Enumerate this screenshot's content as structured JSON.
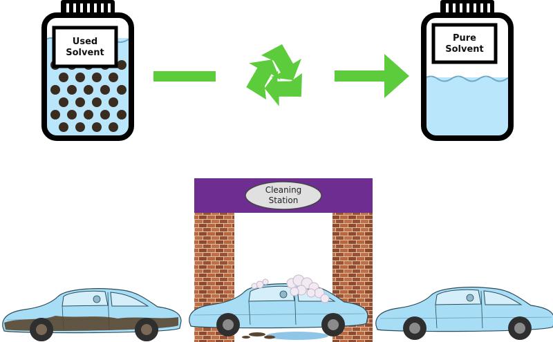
{
  "jar_left": {
    "label_line1": "Used",
    "label_line2": "Solvent"
  },
  "jar_right": {
    "label_line1": "Pure",
    "label_line2": "Solvent"
  },
  "station": {
    "sign_line1": "Cleaning",
    "sign_line2": "Station"
  },
  "icons": {
    "process": "recycle-icon",
    "flow": "arrow-right-icon"
  },
  "colors": {
    "solvent": "#b9e6fb",
    "particles": "#3b2c20",
    "jar_outline": "#000000",
    "arrow": "#5ccb3c",
    "banner": "#6e2d91",
    "brick": "#a0522d",
    "car_body": "#a7def5",
    "mud": "#5a4630"
  }
}
